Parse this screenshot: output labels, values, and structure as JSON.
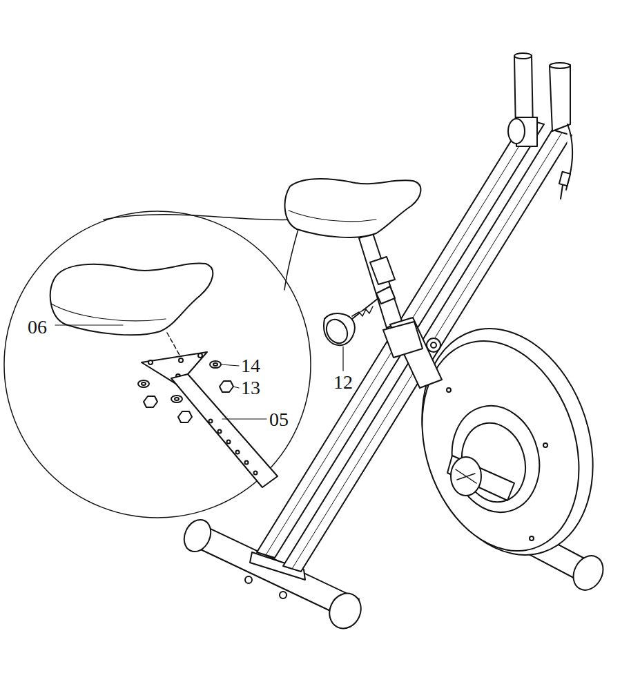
{
  "diagram": {
    "labels": [
      "06",
      "14",
      "13",
      "05",
      "12"
    ]
  }
}
